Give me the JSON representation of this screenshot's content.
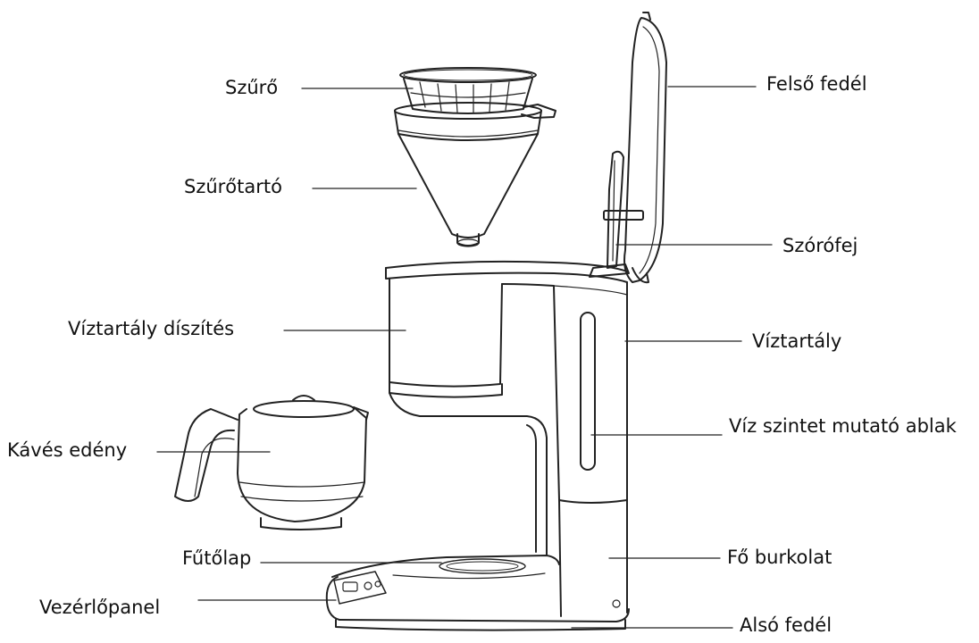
{
  "labels": {
    "szuro": "Szűrő",
    "szurotarto": "Szűrőtartó",
    "viztartaly_diszites": "Víztartály díszítés",
    "kaves_edeny": "Kávés edény",
    "futolap": "Fűtőlap",
    "vezerlopanel": "Vezérlőpanel",
    "felso_fedel": "Felső fedél",
    "szorofej": "Szórófej",
    "viztartaly": "Víztartály",
    "vizszint_ablak": "Víz szintet mutató ablak",
    "fo_burkolat": "Fő burkolat",
    "also_fedel": "Alsó fedél"
  },
  "colors": {
    "line": "#222222",
    "text": "#111111",
    "background": "#ffffff"
  }
}
